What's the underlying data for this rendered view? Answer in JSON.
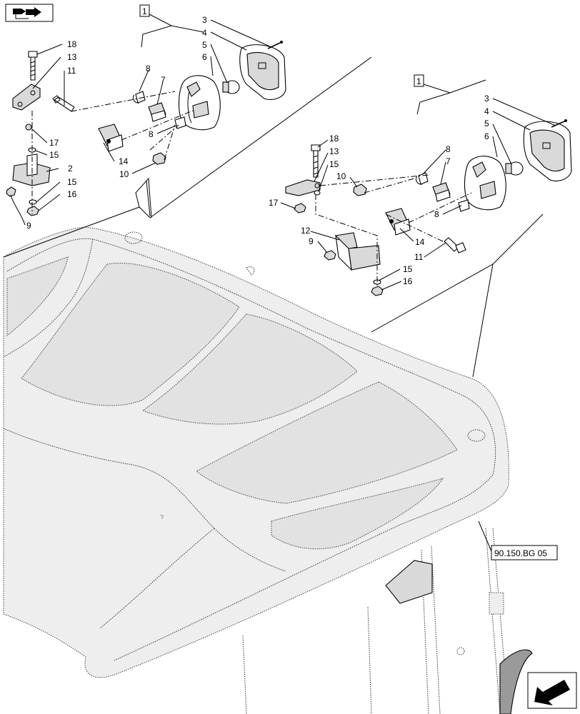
{
  "callouts": {
    "group_1": "1",
    "group_2": "1",
    "ref_box": "90.150.BG 05"
  },
  "labels_left": {
    "n3": "3",
    "n4": "4",
    "n5": "5",
    "n6": "6",
    "n8a": "8",
    "n7": "7",
    "n8b": "8",
    "n14": "14",
    "n10": "10",
    "n18": "18",
    "n13": "13",
    "n11": "11",
    "n17": "17",
    "n15a": "15",
    "n2": "2",
    "n15b": "15",
    "n16": "16",
    "n9": "9"
  },
  "labels_right": {
    "n3": "3",
    "n4": "4",
    "n5": "5",
    "n6": "6",
    "n18": "18",
    "n13": "13",
    "n15a": "15",
    "n10": "10",
    "n8a": "8",
    "n7": "7",
    "n17": "17",
    "n8b": "8",
    "n12": "12",
    "n9": "9",
    "n14": "14",
    "n11": "11",
    "n15b": "15",
    "n16": "16"
  },
  "icons": {
    "top_left": "book-arrow-icon",
    "bottom_right": "direction-arrow-icon"
  }
}
